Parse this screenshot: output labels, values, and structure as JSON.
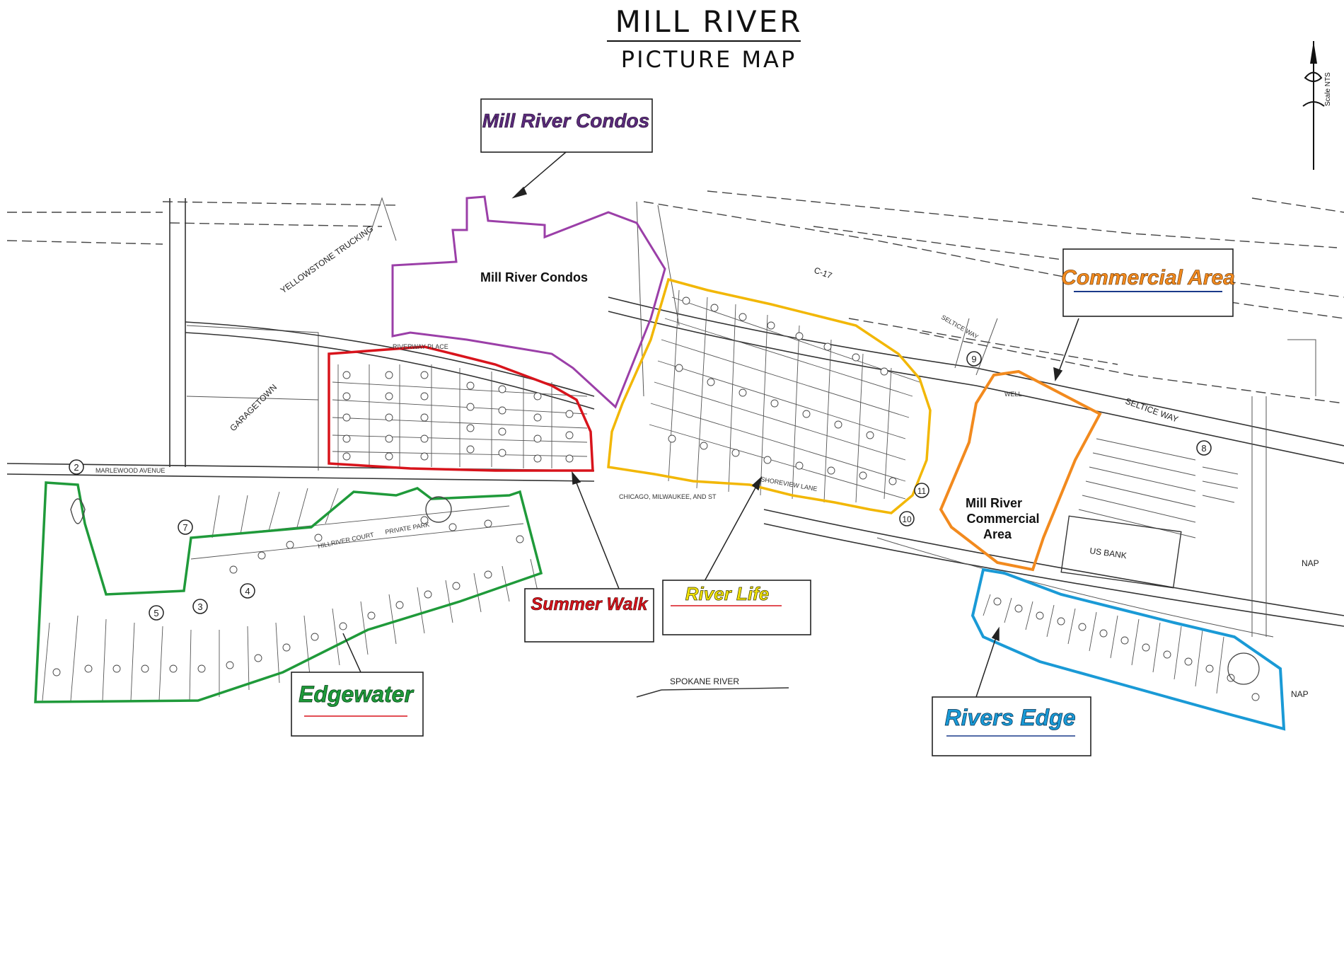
{
  "title": {
    "line1": "MILL RIVER",
    "line2": "PICTURE MAP"
  },
  "north_arrow": {
    "scale_text": "Scale NTS"
  },
  "colors": {
    "condos": "#9b3fa8",
    "summer_walk": "#d8141c",
    "river_life": "#f2b705",
    "edgewater": "#1f9a3a",
    "commercial": "#f28a1e",
    "rivers_edge": "#1a9ad6"
  },
  "callouts": {
    "condos": "Mill River Condos",
    "commercial": "Commercial Area",
    "summer_walk": "Summer Walk",
    "river_life": "River Life",
    "edgewater": "Edgewater",
    "rivers_edge": "Rivers Edge"
  },
  "area_labels": {
    "condos": "Mill River Condos",
    "commercial_line1": "Mill River",
    "commercial_line2": "Commercial",
    "commercial_line3": "Area"
  },
  "map_labels": {
    "yellowstone": "YELLOWSTONE TRUCKING",
    "garagetown": "GARAGETOWN",
    "riverway": "RIVERWAY PLACE",
    "marlewood": "MARLEWOOD AVENUE",
    "seltice_way": "SELTICE WAY",
    "seltice_way_small": "SELTICE WAY",
    "c17": "C-17",
    "us_bank": "US BANK",
    "spokane_river": "SPOKANE RIVER",
    "nap1": "NAP",
    "nap2": "NAP",
    "private_park": "PRIVATE PARK",
    "railroad": "CHICAGO, MILWAUKEE, AND ST",
    "shoreview": "SHOREVIEW LANE",
    "hillriver_court": "HILLRIVER COURT",
    "well": "WELL"
  },
  "markers": [
    "2",
    "7",
    "4",
    "3",
    "5",
    "10",
    "11",
    "9",
    "8"
  ]
}
